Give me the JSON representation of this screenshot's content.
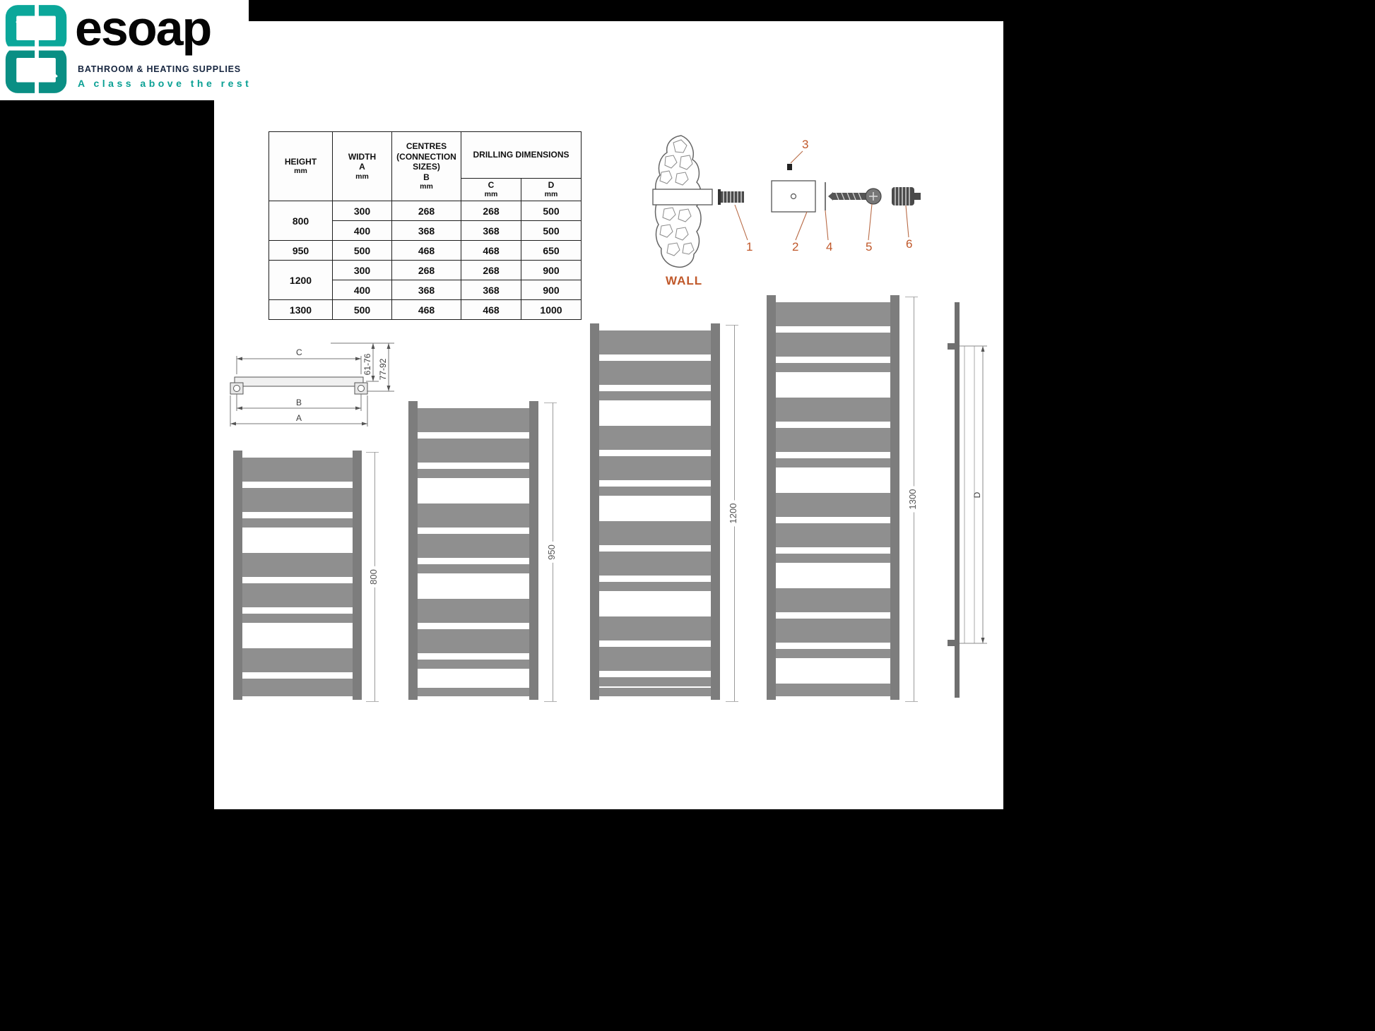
{
  "logo": {
    "brand": "esoap",
    "subtitle": "BATHROOM & HEATING SUPPLIES",
    "tagline": "A class above the rest"
  },
  "spec_table": {
    "headers": {
      "height": "HEIGHT",
      "width": "WIDTH",
      "width_sub": "A",
      "centres_l1": "CENTRES",
      "centres_l2": "(CONNECTION",
      "centres_l3": "SIZES)",
      "centres_sub": "B",
      "drilling": "DRILLING DIMENSIONS",
      "c": "C",
      "d": "D",
      "mm": "mm"
    },
    "rows": [
      {
        "height": "800",
        "width": "300",
        "centres": "268",
        "c": "268",
        "d": "500"
      },
      {
        "width": "400",
        "centres": "368",
        "c": "368",
        "d": "500"
      },
      {
        "height": "950",
        "width": "500",
        "centres": "468",
        "c": "468",
        "d": "650"
      },
      {
        "height": "1200",
        "width": "300",
        "centres": "268",
        "c": "268",
        "d": "900"
      },
      {
        "width": "400",
        "centres": "368",
        "c": "368",
        "d": "900"
      },
      {
        "height": "1300",
        "width": "500",
        "centres": "468",
        "c": "468",
        "d": "1000"
      }
    ]
  },
  "install_diagram": {
    "wall_label": "WALL",
    "parts": [
      "1",
      "2",
      "3",
      "4",
      "5",
      "6"
    ]
  },
  "dimension_drawing": {
    "c": "C",
    "b": "B",
    "a": "A",
    "depth_range_1": "61-76",
    "depth_range_2": "77-92"
  },
  "radiators": [
    {
      "height_label": "800"
    },
    {
      "height_label": "950"
    },
    {
      "height_label": "1200"
    },
    {
      "height_label": "1300"
    }
  ],
  "side_view": {
    "d_label": "D"
  }
}
